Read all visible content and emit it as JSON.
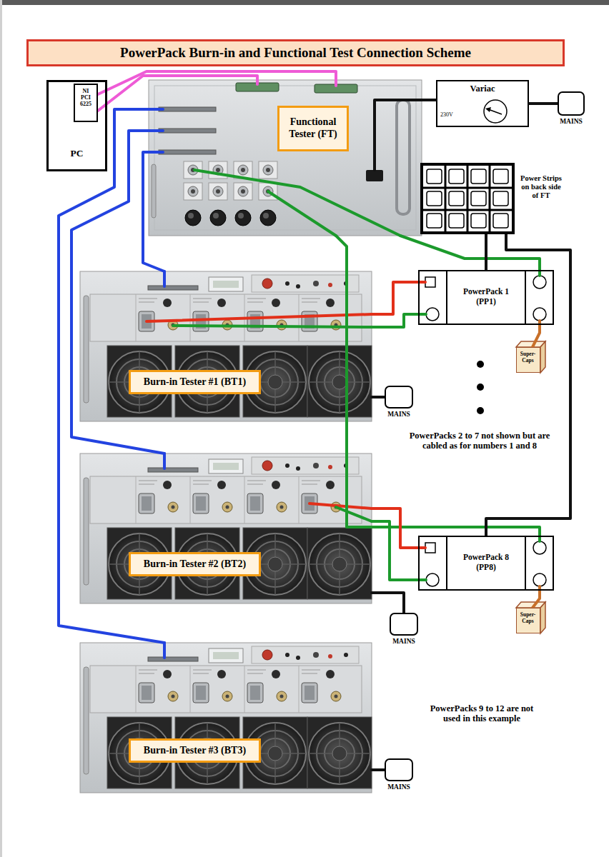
{
  "diagram": {
    "title": "PowerPack Burn-in and Functional Test Connection Scheme",
    "nodes": [
      {
        "text": [
          "PC"
        ]
      },
      {
        "text": [
          "NI PCI 6225"
        ],
        "in": 0
      },
      {
        "text": [
          "Functional Tester (FT)"
        ]
      },
      {
        "text": [
          "Variac",
          "230V"
        ]
      },
      {
        "text": [
          "MAINS"
        ]
      },
      {
        "text": [
          "Power Strips on back side of FT"
        ]
      },
      {
        "text": [
          "Burn-in Tester #1 (BT1)"
        ]
      },
      {
        "text": [
          "PowerPack 1 (PP1)"
        ]
      },
      {
        "text": [
          "MAINS"
        ]
      },
      {
        "text": [
          "Super- Caps"
        ]
      },
      {
        "text": [
          "Burn-in Tester #2 (BT2)"
        ]
      },
      {
        "text": [
          "PowerPack 8 (PP8)"
        ]
      },
      {
        "text": [
          "Super- Caps"
        ]
      },
      {
        "text": [
          "MAINS"
        ]
      },
      {
        "text": [
          "Burn-in Tester #3 (BT3)"
        ]
      },
      {
        "text": [
          "MAINS"
        ]
      }
    ],
    "edges": [
      {
        "from": 1,
        "to": 2,
        "arrow": "none"
      },
      {
        "from": 1,
        "to": 2,
        "arrow": "none"
      },
      {
        "from": 2,
        "to": 6,
        "arrow": "none"
      },
      {
        "from": 2,
        "to": 10,
        "arrow": "none"
      },
      {
        "from": 2,
        "to": 14,
        "arrow": "none"
      },
      {
        "from": 3,
        "to": 4,
        "arrow": "none"
      },
      {
        "from": 3,
        "to": 2,
        "arrow": "none"
      },
      {
        "from": 2,
        "to": 7,
        "arrow": "none"
      },
      {
        "from": 2,
        "to": 11,
        "arrow": "none"
      },
      {
        "from": 5,
        "to": 7,
        "arrow": "none"
      },
      {
        "from": 5,
        "to": 11,
        "arrow": "none"
      },
      {
        "from": 6,
        "to": 7,
        "arrow": "none"
      },
      {
        "from": 6,
        "to": 7,
        "arrow": "none"
      },
      {
        "from": 6,
        "to": 8,
        "arrow": "none"
      },
      {
        "from": 7,
        "to": 9,
        "arrow": "none"
      },
      {
        "from": 10,
        "to": 11,
        "arrow": "none"
      },
      {
        "from": 10,
        "to": 11,
        "arrow": "none"
      },
      {
        "from": 10,
        "to": 13,
        "arrow": "none"
      },
      {
        "from": 11,
        "to": 12,
        "arrow": "none"
      },
      {
        "from": 14,
        "to": 15,
        "arrow": "none"
      }
    ],
    "labels": [
      "PowerPacks 2 to 7 not shown but are cabled as for numbers 1 and 8",
      "PowerPacks 9 to 12 are not used in this example"
    ]
  }
}
